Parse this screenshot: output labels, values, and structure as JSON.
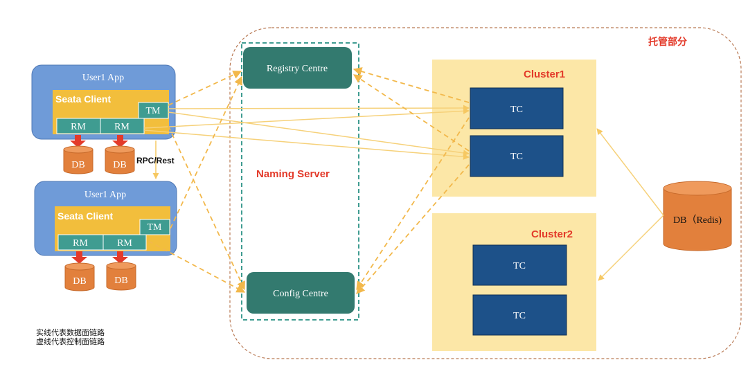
{
  "hosted_region": {
    "label": "托管部分"
  },
  "apps": [
    {
      "title": "User1 App",
      "client_label": "Seata Client",
      "tm": "TM",
      "rm": [
        "RM",
        "RM"
      ],
      "db": [
        "DB",
        "DB"
      ]
    },
    {
      "title": "User1 App",
      "client_label": "Seata Client",
      "tm": "TM",
      "rm": [
        "RM",
        "RM"
      ],
      "db": [
        "DB",
        "DB"
      ]
    }
  ],
  "rpc_label": "RPC/Rest",
  "naming_server": {
    "label": "Naming Server",
    "registry": "Registry  Centre",
    "config": "Config Centre"
  },
  "clusters": [
    {
      "label": "Cluster1",
      "nodes": [
        "TC",
        "TC"
      ]
    },
    {
      "label": "Cluster2",
      "nodes": [
        "TC",
        "TC"
      ]
    }
  ],
  "db_redis": "DB（Redis)",
  "legend": {
    "solid": "实线代表数据面链路",
    "dashed": "虚线代表控制面链路"
  },
  "colors": {
    "app_blue": "#6f9bd8",
    "client_yellow": "#f2be3c",
    "teal": "#3f9c91",
    "center_green": "#337a6f",
    "tc_blue": "#1d5189",
    "cluster_bg": "#fce7a7",
    "db_orange": "#e2803c",
    "arrow_red": "#e33a2a",
    "link_yellow": "#f6d17a",
    "dash_orange": "#f2b84b",
    "title_red": "#e33a2a",
    "region_border": "#b97a55"
  }
}
